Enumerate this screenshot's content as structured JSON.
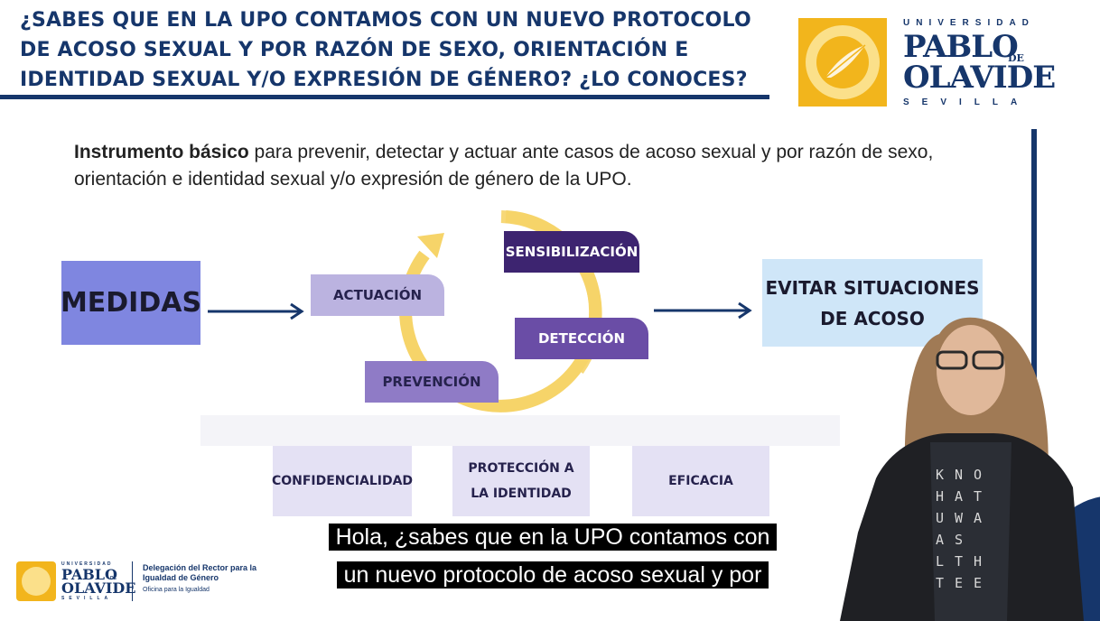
{
  "header": {
    "title": "¿Sabes que en la UPO contamos con un nuevo protocolo de acoso sexual y por razón de sexo, orientación e identidad sexual y/o expresión de género? ¿Lo conoces?"
  },
  "logo": {
    "top_text": "UNIVERSIDAD",
    "name_line1": "PABLO",
    "name_de": "DE",
    "name_line2": "OLAVIDE",
    "city": "SEVILLA"
  },
  "intro": {
    "bold": "Instrumento básico",
    "rest": " para prevenir, detectar y actuar ante casos de acoso sexual y por razón de sexo, orientación e identidad sexual y/o expresión de género de la UPO."
  },
  "diagram": {
    "start": "MEDIDAS",
    "cycle": [
      "ACTUACIÓN",
      "SENSIBILIZACIÓN",
      "DETECCIÓN",
      "PREVENCIÓN"
    ],
    "result": "EVITAR SITUACIONES DE ACOSO",
    "principles": [
      "CONFIDENCIALIDAD",
      "PROTECCIÓN A LA IDENTIDAD",
      "EFICACIA"
    ]
  },
  "subtitle": {
    "line1": "Hola, ¿sabes que en la UPO contamos con",
    "line2": "un nuevo protocolo de acoso sexual y por"
  },
  "footer": {
    "logo_top": "UNIVERSIDAD",
    "logo_name1": "PABLO",
    "logo_de": "DE",
    "logo_name2": "OLAVIDE",
    "logo_city": "SEVILLA",
    "delegation": "Delegación del Rector para la Igualdad de Género",
    "office": "Oficina para la Igualdad"
  },
  "speaker_shirt": [
    "KNO",
    "HAT",
    "UWA",
    "AS",
    "LTH",
    "TEE"
  ],
  "colors": {
    "navy": "#16366b",
    "gold": "#f2b51c",
    "cycle_yellow": "#f6d469",
    "medidas_blue": "#7f86e0",
    "result_lightblue": "#cfe6f8",
    "purple_dark": "#3d2470",
    "purple_mid": "#6a4da6",
    "purple_light": "#bbb3e0"
  }
}
